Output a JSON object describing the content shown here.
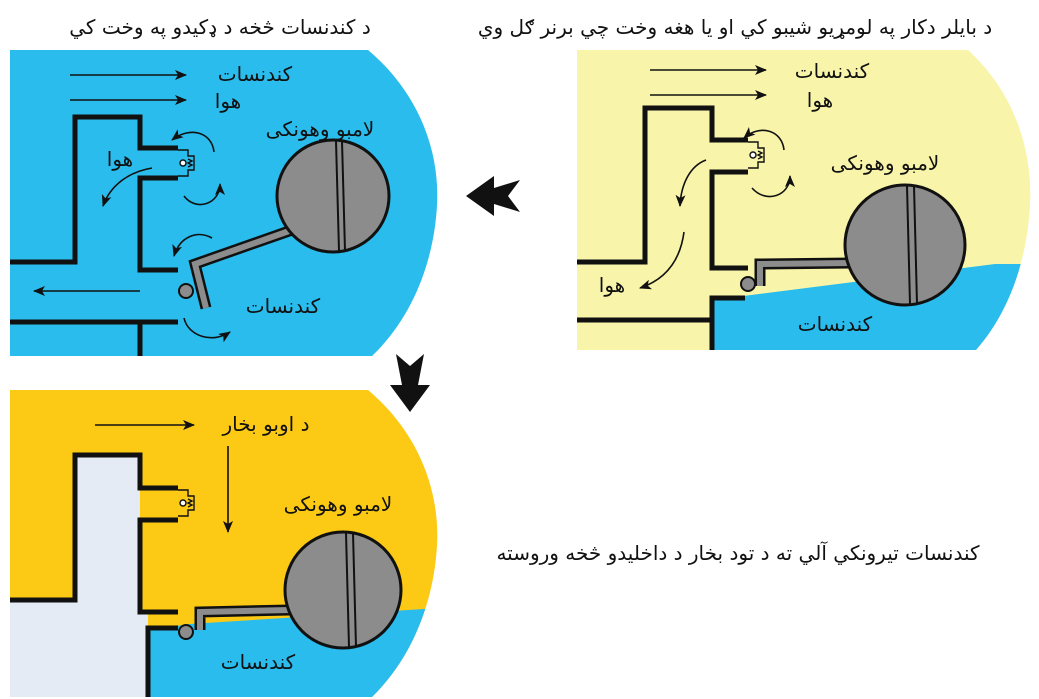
{
  "titles": {
    "filling_state": "د کندنسات څخه د ډکیدو په وخت کي",
    "startup_state": "د بایلر دکار په لومړیو شیبو کي او یا هغه وخت چي برنر ګل وي",
    "steam_state": "کندنسات تیرونکي آلي ته د تود بخار د داخلیدو څخه وروسته"
  },
  "filling_panel": {
    "condensate_arrow_label": "کندنسات",
    "air_arrow_label": "هوا",
    "float_label": "لامبو وهونکی",
    "air_label": "هوا",
    "condensate_label": "کندنسات"
  },
  "startup_panel": {
    "condensate_arrow_label": "کندنسات",
    "air_arrow_label": "هوا",
    "float_label": "لامبو وهونکی",
    "air_label": "هوا",
    "condensate_label": "کندنسات"
  },
  "steam_panel": {
    "steam_arrow_label": "د اوبو بخار",
    "float_label": "لامبو وهونکی",
    "condensate_label": "کندنسات"
  },
  "colors": {
    "condensate_blue": "#29bcec",
    "startup_background": "#f8f4a9",
    "steam_gold": "#fcc914",
    "empty_pipe": "#e4ebf4",
    "float_gray": "#8c8c8c"
  }
}
